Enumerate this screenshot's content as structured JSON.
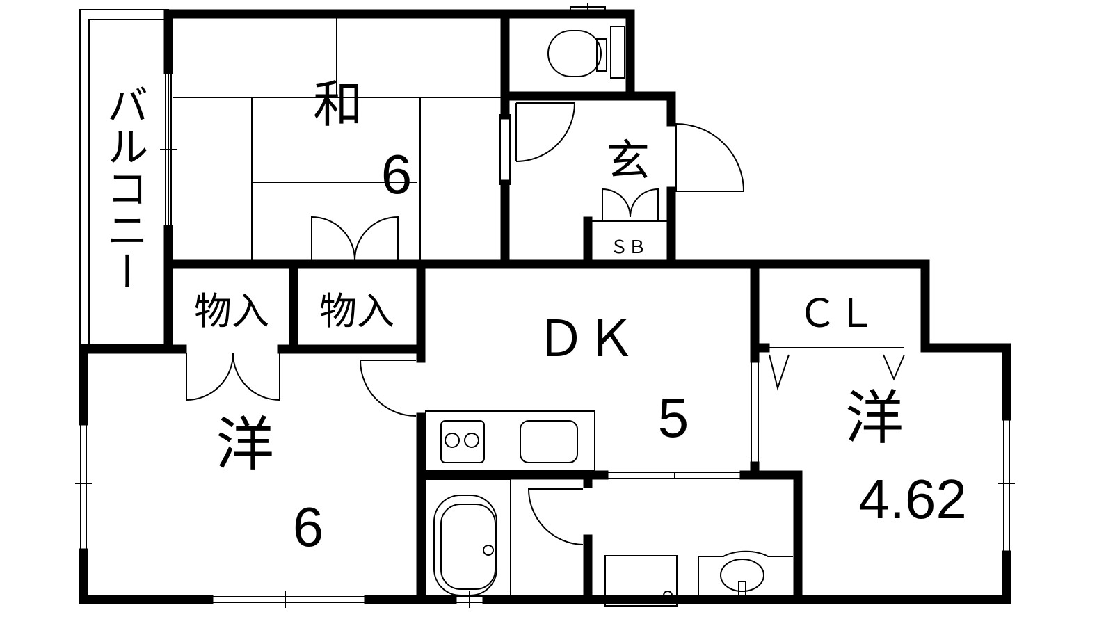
{
  "rooms": {
    "balcony": "バルコニー",
    "washitsu": {
      "label": "和",
      "size": "6"
    },
    "genkan": "玄",
    "shoe_box": "ＳＢ",
    "storage_1": "物入",
    "storage_2": "物入",
    "dk": {
      "label": "ＤＫ",
      "size": "5"
    },
    "closet": "ＣＬ",
    "western_left": {
      "label": "洋",
      "size": "6"
    },
    "western_right": {
      "label": "洋",
      "size": "4.62"
    }
  },
  "colors": {
    "wall": "#000000",
    "background": "#ffffff"
  }
}
